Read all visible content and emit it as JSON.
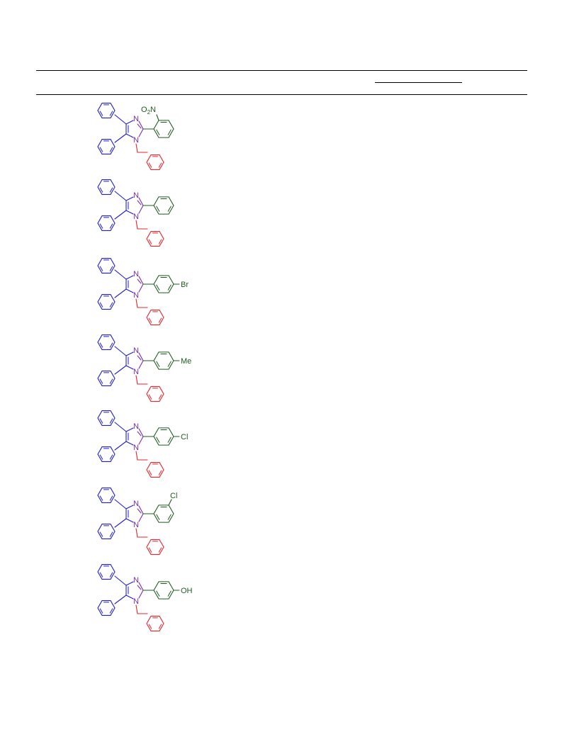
{
  "colors": {
    "core": "#1f1fd0",
    "nitrogen": "#7a2ab0",
    "aryl": "#1f5b1f",
    "benzyl": "#e8232a",
    "rule": "#000000"
  },
  "table": {
    "rows": [
      {
        "substituent": "O2N",
        "position": "ortho",
        "label_main": "O",
        "label_sub": "2",
        "label_tail": "N"
      },
      {
        "substituent": "",
        "position": "none",
        "label_main": "",
        "label_sub": "",
        "label_tail": ""
      },
      {
        "substituent": "Br",
        "position": "para",
        "label_main": "Br",
        "label_sub": "",
        "label_tail": ""
      },
      {
        "substituent": "Me",
        "position": "para",
        "label_main": "Me",
        "label_sub": "",
        "label_tail": ""
      },
      {
        "substituent": "Cl",
        "position": "para",
        "label_main": "Cl",
        "label_sub": "",
        "label_tail": ""
      },
      {
        "substituent": "Cl",
        "position": "meta",
        "label_main": "Cl",
        "label_sub": "",
        "label_tail": ""
      },
      {
        "substituent": "OH",
        "position": "para",
        "label_main": "OH",
        "label_sub": "",
        "label_tail": ""
      }
    ],
    "atom_labels": {
      "n_top": "N",
      "n_bottom": "N"
    }
  }
}
